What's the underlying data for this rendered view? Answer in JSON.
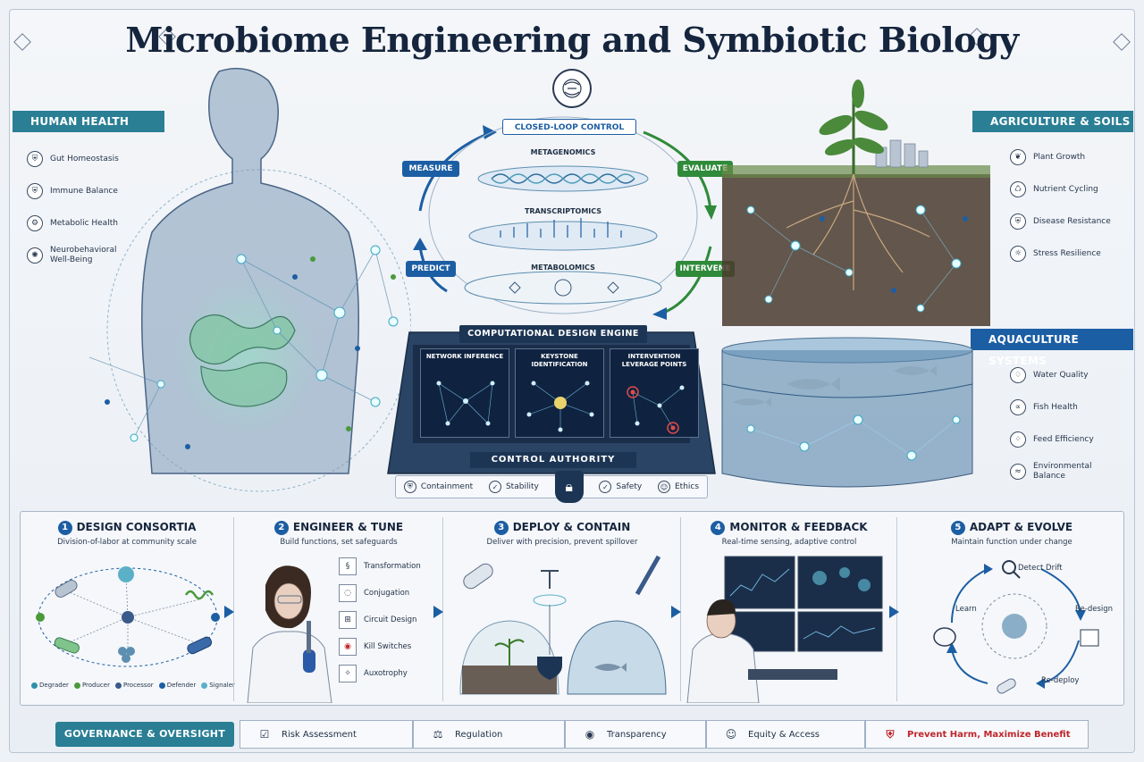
{
  "title": "Microbiome Engineering and Symbiotic Biology",
  "human_health": {
    "header": "HUMAN HEALTH",
    "items": [
      {
        "label": "Gut Homeostasis",
        "icon": "shield-icon"
      },
      {
        "label": "Immune Balance",
        "icon": "shield-icon"
      },
      {
        "label": "Metabolic Health",
        "icon": "gear-icon"
      },
      {
        "label": "Neurobehavioral Well-Being",
        "icon": "brain-icon"
      }
    ]
  },
  "agriculture": {
    "header": "AGRICULTURE & SOILS",
    "items": [
      {
        "label": "Plant Growth",
        "icon": "leaf-icon"
      },
      {
        "label": "Nutrient Cycling",
        "icon": "recycle-icon"
      },
      {
        "label": "Disease Resistance",
        "icon": "shield-icon"
      },
      {
        "label": "Stress Resilience",
        "icon": "sun-icon"
      }
    ]
  },
  "aquaculture": {
    "header": "AQUACULTURE SYSTEMS",
    "items": [
      {
        "label": "Water Quality",
        "icon": "drop-icon"
      },
      {
        "label": "Fish Health",
        "icon": "fish-icon"
      },
      {
        "label": "Feed Efficiency",
        "icon": "feed-icon"
      },
      {
        "label": "Environmental Balance",
        "icon": "wave-icon"
      }
    ]
  },
  "loop": {
    "title": "CLOSED-LOOP CONTROL",
    "measure": "MEASURE",
    "evaluate": "EVALUATE",
    "predict": "PREDICT",
    "intervene": "INTERVENE",
    "omics": [
      "METAGENOMICS",
      "TRANSCRIPTOMICS",
      "METABOLOMICS"
    ]
  },
  "engine": {
    "title": "COMPUTATIONAL DESIGN ENGINE",
    "panels": [
      "NETWORK INFERENCE",
      "KEYSTONE IDENTIFICATION",
      "INTERVENTION LEVERAGE POINTS"
    ],
    "control": "CONTROL AUTHORITY",
    "controls": [
      "Containment",
      "Stability",
      "Safety",
      "Ethics"
    ]
  },
  "steps": [
    {
      "num": "1",
      "title": "DESIGN CONSORTIA",
      "sub": "Division-of-labor at community scale"
    },
    {
      "num": "2",
      "title": "ENGINEER & TUNE",
      "sub": "Build functions, set safeguards"
    },
    {
      "num": "3",
      "title": "DEPLOY & CONTAIN",
      "sub": "Deliver with precision, prevent spillover"
    },
    {
      "num": "4",
      "title": "MONITOR & FEEDBACK",
      "sub": "Real-time sensing, adaptive control"
    },
    {
      "num": "5",
      "title": "ADAPT & EVOLVE",
      "sub": "Maintain function under change"
    }
  ],
  "roles": [
    {
      "label": "Degrader",
      "color": "#2f8fa8"
    },
    {
      "label": "Producer",
      "color": "#4a9a3a"
    },
    {
      "label": "Processor",
      "color": "#3a5a8a"
    },
    {
      "label": "Defender",
      "color": "#1c5ea3"
    },
    {
      "label": "Signaler",
      "color": "#5bb0c8"
    }
  ],
  "tools": [
    "Transformation",
    "Conjugation",
    "Circuit Design",
    "Kill Switches",
    "Auxotrophy"
  ],
  "cycle": {
    "detect": "Detect Drift",
    "redesign": "Re-design",
    "redeploy": "Re-deploy",
    "learn": "Learn"
  },
  "governance": {
    "header": "GOVERNANCE & OVERSIGHT",
    "items": [
      "Risk Assessment",
      "Regulation",
      "Transparency",
      "Equity & Access"
    ],
    "motto": "Prevent Harm, Maximize Benefit"
  },
  "colors": {
    "teal": "#2a7f95",
    "blue": "#1c5ea3",
    "green": "#2f8a3a",
    "navy": "#1d3554",
    "red": "#c0252a"
  }
}
